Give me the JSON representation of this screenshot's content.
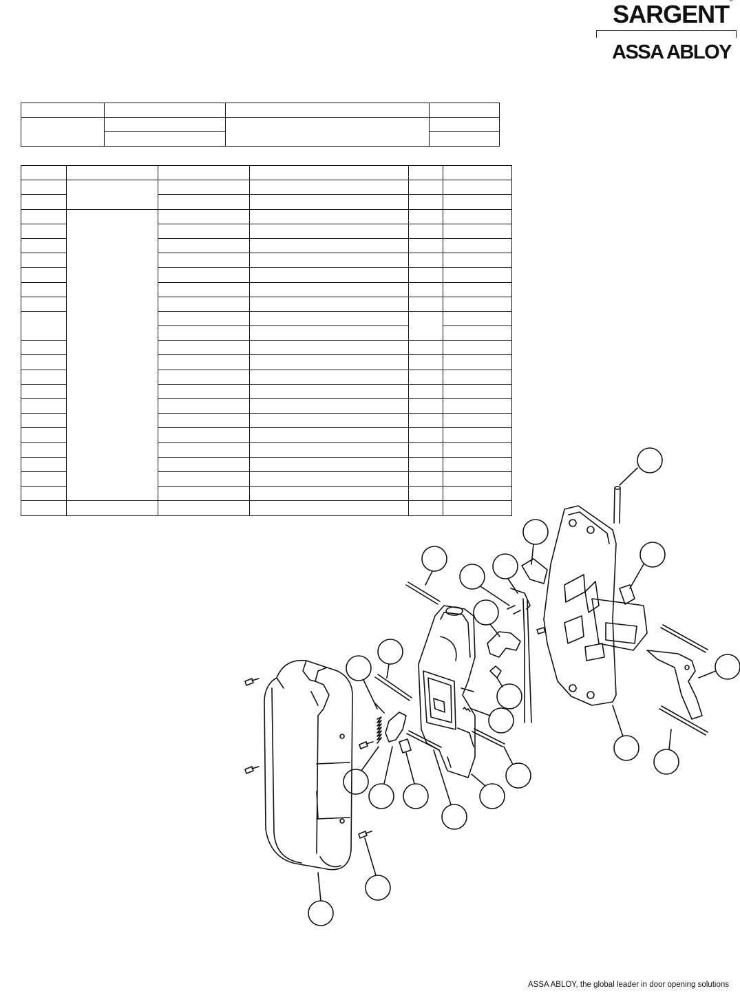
{
  "brand": {
    "name": "SARGENT",
    "registered": "®",
    "parent": "ASSA ABLOY"
  },
  "header_table": {
    "rows": [
      [
        "",
        "",
        "",
        ""
      ],
      [
        "",
        "",
        "",
        ""
      ],
      [
        "",
        "",
        "",
        ""
      ]
    ]
  },
  "parts_table": {
    "rows": 24,
    "group_row_spans": [
      2,
      20,
      3
    ]
  },
  "callouts": [
    "",
    "",
    "",
    "",
    "",
    "",
    "",
    "",
    "",
    "",
    "",
    "",
    "",
    "",
    "",
    "",
    "",
    "",
    "",
    ""
  ],
  "footer": {
    "tagline": "ASSA ABLOY, the global leader in door opening solutions"
  },
  "colors": {
    "ink": "#111111",
    "paper": "#ffffff"
  }
}
